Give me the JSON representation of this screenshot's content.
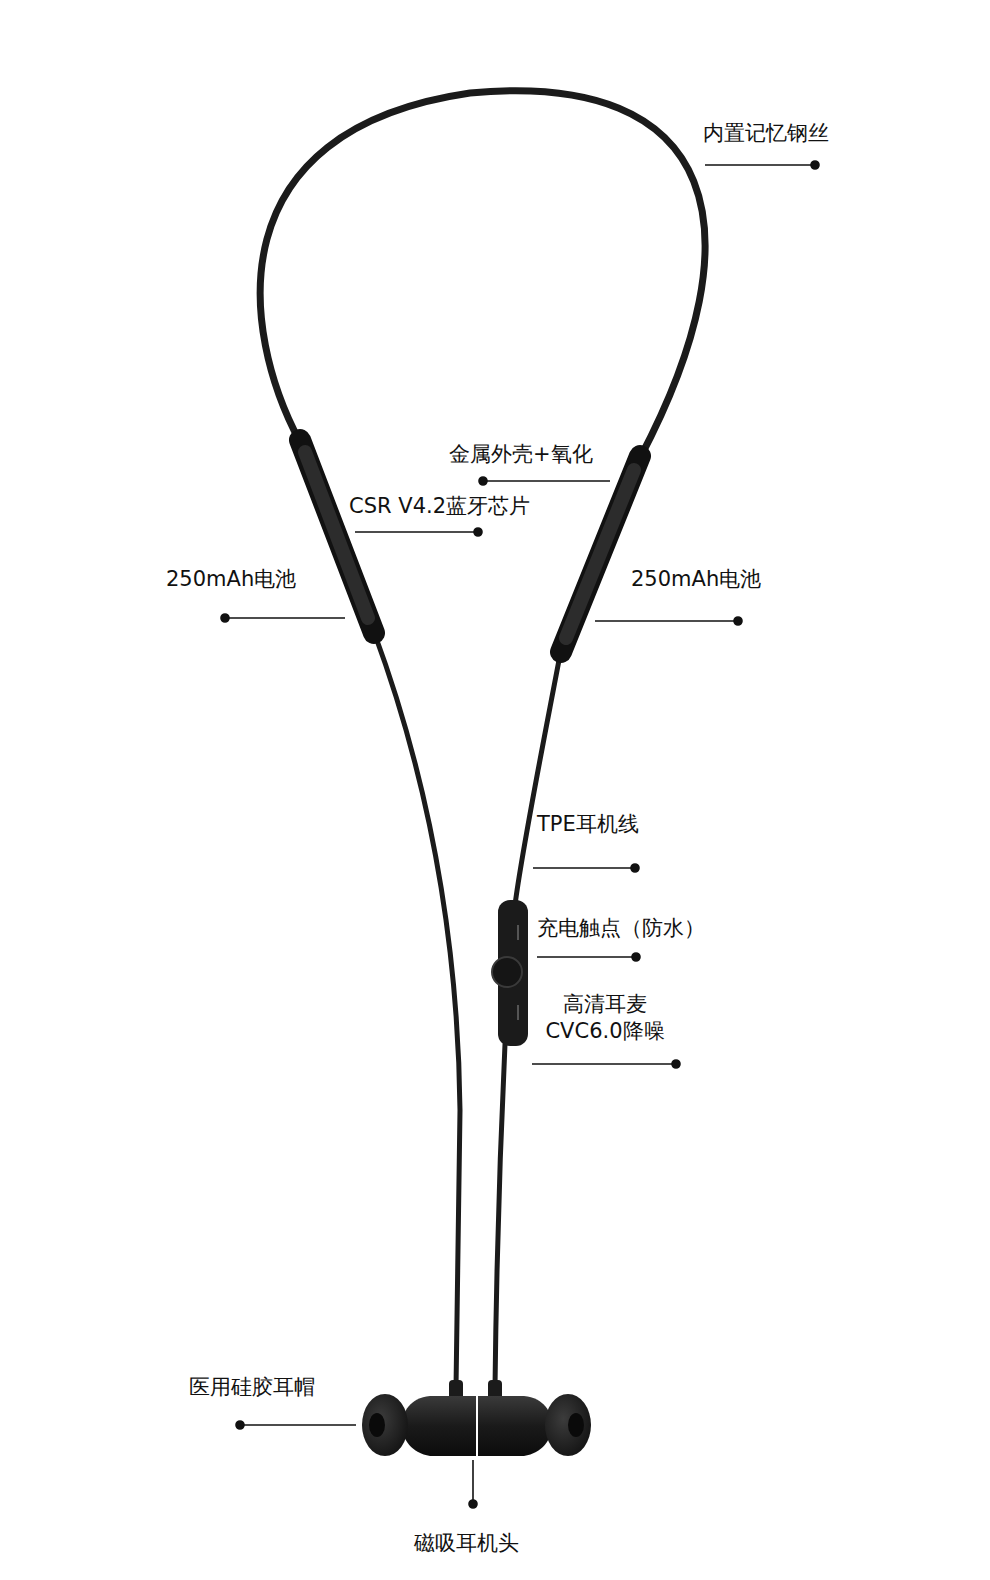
{
  "diagram": {
    "labels": [
      "内置记忆钢丝",
      "金属外壳+氧化",
      "CSR V4.2蓝牙芯片",
      "250mAh电池",
      "250mAh电池",
      "TPE耳机线",
      "充电触点（防水）",
      "高清耳麦 CVC6.0降噪",
      "医用硅胶耳帽",
      "磁吸耳机头"
    ]
  }
}
